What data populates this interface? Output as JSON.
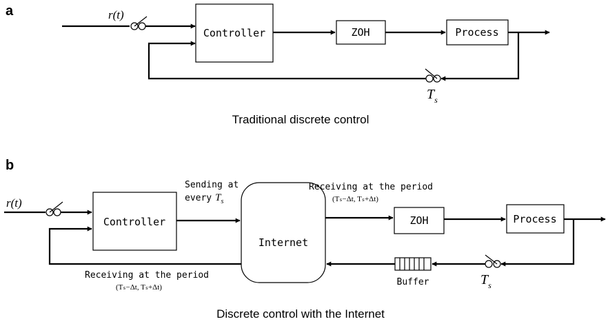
{
  "panel_a": {
    "letter": "a",
    "input_signal": "r(t)",
    "blocks": {
      "controller": "Controller",
      "zoh": "ZOH",
      "process": "Process"
    },
    "sampler_label": "T",
    "sampler_sub": "s",
    "caption": "Traditional discrete control"
  },
  "panel_b": {
    "letter": "b",
    "input_signal": "r(t)",
    "blocks": {
      "controller": "Controller",
      "internet": "Internet",
      "zoh": "ZOH",
      "process": "Process",
      "buffer": "Buffer"
    },
    "send_line1": "Sending at",
    "send_line2": "every",
    "send_sym": "T",
    "send_sub": "s",
    "recv_top": "Receiving at the period",
    "recv_top_math": "(Tₛ−Δt, Tₛ+Δt)",
    "recv_bottom": "Receiving at the period",
    "recv_bottom_math": "(Tₛ−Δt, Tₛ+Δt)",
    "sampler_label": "T",
    "sampler_sub": "s",
    "caption": "Discrete control with the Internet"
  }
}
